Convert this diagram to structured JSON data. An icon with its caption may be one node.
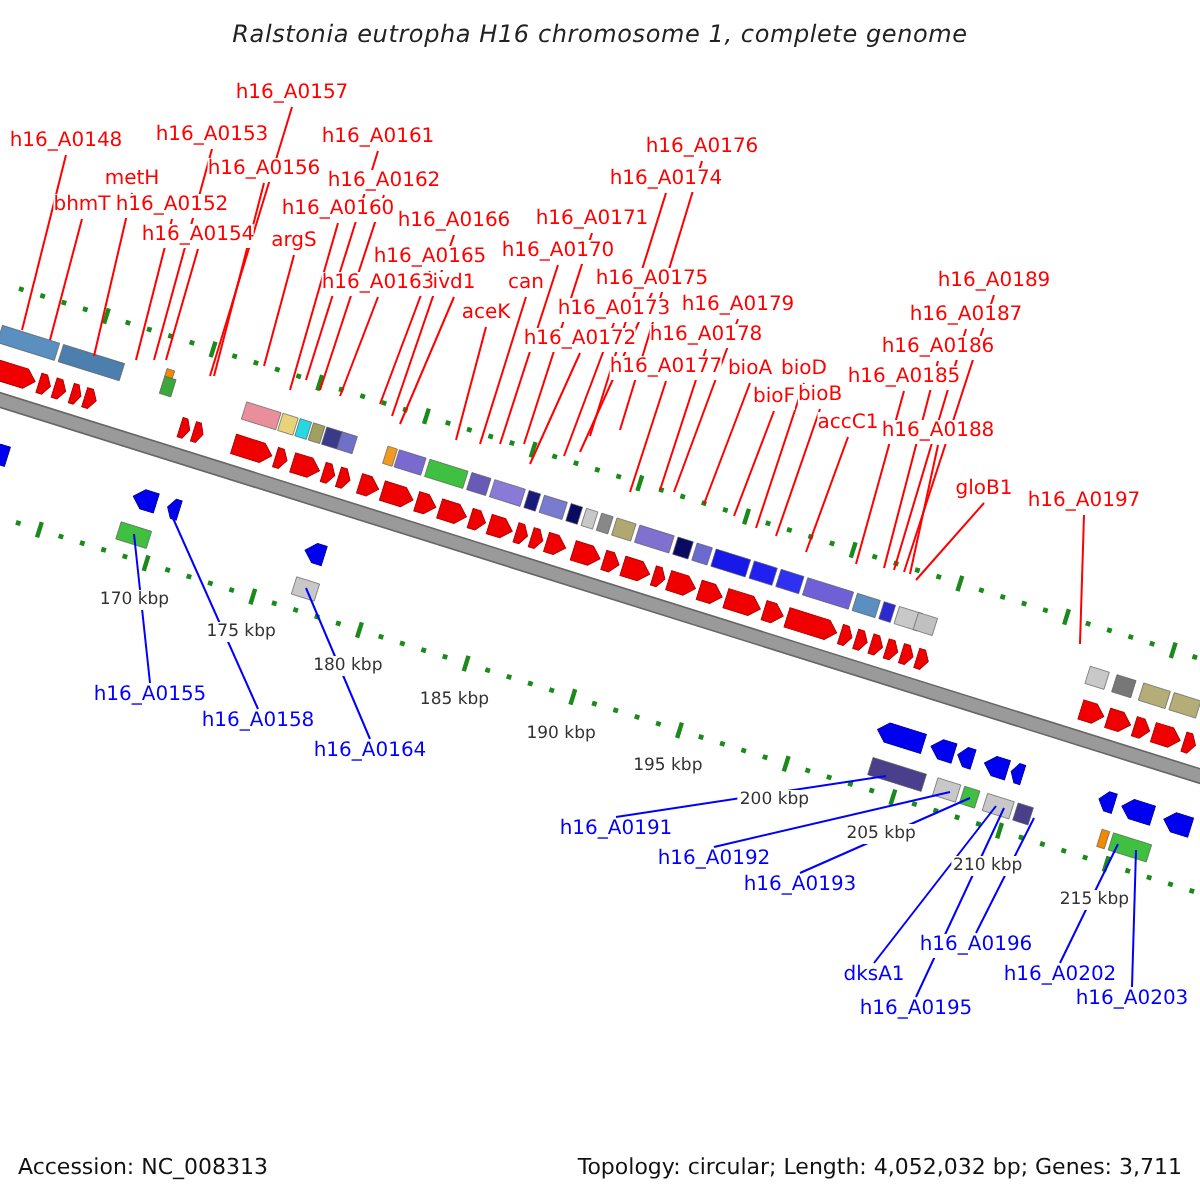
{
  "diagram": {
    "title": "Ralstonia eutropha H16 chromosome 1, complete genome",
    "nodes": [
      {
        "text": [
          "h16_A0157"
        ]
      },
      {
        "text": [
          "h16_A0148"
        ]
      },
      {
        "text": [
          "h16_A0153"
        ]
      },
      {
        "text": [
          "h16_A0161"
        ]
      },
      {
        "text": [
          "h16_A0176"
        ]
      },
      {
        "text": [
          "h16_A0156"
        ]
      },
      {
        "text": [
          "h16_A0162"
        ]
      },
      {
        "text": [
          "h16_A0174"
        ]
      },
      {
        "text": [
          "metH"
        ]
      },
      {
        "text": [
          "bhmT"
        ]
      },
      {
        "text": [
          "h16_A0152"
        ]
      },
      {
        "text": [
          "h16_A0160"
        ]
      },
      {
        "text": [
          "h16_A0166"
        ]
      },
      {
        "text": [
          "h16_A0171"
        ]
      },
      {
        "text": [
          "h16_A0154"
        ]
      },
      {
        "text": [
          "argS"
        ]
      },
      {
        "text": [
          "h16_A0165"
        ]
      },
      {
        "text": [
          "h16_A0170"
        ]
      },
      {
        "text": [
          "h16_A0175"
        ]
      },
      {
        "text": [
          "h16_A0163"
        ]
      },
      {
        "text": [
          "ivd1"
        ]
      },
      {
        "text": [
          "can"
        ]
      },
      {
        "text": [
          "h16_A0173"
        ]
      },
      {
        "text": [
          "h16_A0179"
        ]
      },
      {
        "text": [
          "aceK"
        ]
      },
      {
        "text": [
          "h16_A0172"
        ]
      },
      {
        "text": [
          "h16_A0178"
        ]
      },
      {
        "text": [
          "h16_A0189"
        ]
      },
      {
        "text": [
          "h16_A0187"
        ]
      },
      {
        "text": [
          "h16_A0186"
        ]
      },
      {
        "text": [
          "h16_A0177"
        ]
      },
      {
        "text": [
          "bioA"
        ]
      },
      {
        "text": [
          "bioD"
        ]
      },
      {
        "text": [
          "bioF"
        ]
      },
      {
        "text": [
          "bioB"
        ]
      },
      {
        "text": [
          "h16_A0185"
        ]
      },
      {
        "text": [
          "accC1"
        ]
      },
      {
        "text": [
          "h16_A0188"
        ]
      },
      {
        "text": [
          "gloB1"
        ]
      },
      {
        "text": [
          "h16_A0197"
        ]
      },
      {
        "text": [
          "h16_A0155"
        ]
      },
      {
        "text": [
          "h16_A0158"
        ]
      },
      {
        "text": [
          "h16_A0164"
        ]
      },
      {
        "text": [
          "h16_A0191"
        ]
      },
      {
        "text": [
          "h16_A0192"
        ]
      },
      {
        "text": [
          "h16_A0193"
        ]
      },
      {
        "text": [
          "dksA1"
        ]
      },
      {
        "text": [
          "h16_A0196"
        ]
      },
      {
        "text": [
          "h16_A0195"
        ]
      },
      {
        "text": [
          "h16_A0202"
        ]
      },
      {
        "text": [
          "h16_A0203"
        ]
      }
    ],
    "edges": [
      {
        "from": 0,
        "to": null,
        "arrow": "none"
      },
      {
        "from": 1,
        "to": null,
        "arrow": "none"
      },
      {
        "from": 2,
        "to": null,
        "arrow": "none"
      },
      {
        "from": 3,
        "to": null,
        "arrow": "none"
      },
      {
        "from": 4,
        "to": null,
        "arrow": "none"
      },
      {
        "from": 5,
        "to": null,
        "arrow": "none"
      },
      {
        "from": 6,
        "to": null,
        "arrow": "none"
      },
      {
        "from": 7,
        "to": null,
        "arrow": "none"
      },
      {
        "from": 8,
        "to": null,
        "arrow": "none"
      },
      {
        "from": 9,
        "to": null,
        "arrow": "none"
      },
      {
        "from": 10,
        "to": null,
        "arrow": "none"
      },
      {
        "from": 11,
        "to": null,
        "arrow": "none"
      },
      {
        "from": 12,
        "to": null,
        "arrow": "none"
      },
      {
        "from": 13,
        "to": null,
        "arrow": "none"
      },
      {
        "from": 14,
        "to": null,
        "arrow": "none"
      },
      {
        "from": 15,
        "to": null,
        "arrow": "none"
      },
      {
        "from": 16,
        "to": null,
        "arrow": "none"
      },
      {
        "from": 17,
        "to": null,
        "arrow": "none"
      },
      {
        "from": 18,
        "to": null,
        "arrow": "none"
      },
      {
        "from": 19,
        "to": null,
        "arrow": "none"
      },
      {
        "from": 20,
        "to": null,
        "arrow": "none"
      },
      {
        "from": 21,
        "to": null,
        "arrow": "none"
      },
      {
        "from": 22,
        "to": null,
        "arrow": "none"
      },
      {
        "from": 23,
        "to": null,
        "arrow": "none"
      },
      {
        "from": 24,
        "to": null,
        "arrow": "none"
      },
      {
        "from": 25,
        "to": null,
        "arrow": "none"
      },
      {
        "from": 26,
        "to": null,
        "arrow": "none"
      },
      {
        "from": 27,
        "to": null,
        "arrow": "none"
      },
      {
        "from": 28,
        "to": null,
        "arrow": "none"
      },
      {
        "from": 29,
        "to": null,
        "arrow": "none"
      },
      {
        "from": 30,
        "to": null,
        "arrow": "none"
      },
      {
        "from": 31,
        "to": null,
        "arrow": "none"
      },
      {
        "from": 32,
        "to": null,
        "arrow": "none"
      },
      {
        "from": 33,
        "to": null,
        "arrow": "none"
      },
      {
        "from": 34,
        "to": null,
        "arrow": "none"
      },
      {
        "from": 35,
        "to": null,
        "arrow": "none"
      },
      {
        "from": 36,
        "to": null,
        "arrow": "none"
      },
      {
        "from": 37,
        "to": null,
        "arrow": "none"
      },
      {
        "from": 38,
        "to": null,
        "arrow": "none"
      },
      {
        "from": 39,
        "to": null,
        "arrow": "none"
      },
      {
        "from": 40,
        "to": null,
        "arrow": "none",
        "color": "#0000ff"
      },
      {
        "from": 41,
        "to": null,
        "arrow": "none",
        "color": "#0000ff"
      },
      {
        "from": 42,
        "to": null,
        "arrow": "none",
        "color": "#0000ff"
      },
      {
        "from": 43,
        "to": null,
        "arrow": "none",
        "color": "#0000ff"
      },
      {
        "from": 44,
        "to": null,
        "arrow": "none",
        "color": "#0000ff"
      },
      {
        "from": 45,
        "to": null,
        "arrow": "none",
        "color": "#0000ff"
      },
      {
        "from": 46,
        "to": null,
        "arrow": "none",
        "color": "#0000ff"
      },
      {
        "from": 47,
        "to": null,
        "arrow": "none",
        "color": "#0000ff"
      },
      {
        "from": 48,
        "to": null,
        "arrow": "none",
        "color": "#0000ff"
      },
      {
        "from": 49,
        "to": null,
        "arrow": "none",
        "color": "#0000ff"
      },
      {
        "from": 50,
        "to": null,
        "arrow": "none",
        "color": "#0000ff"
      }
    ],
    "labels": [
      "170 kbp",
      "175 kbp",
      "180 kbp",
      "185 kbp",
      "190 kbp",
      "195 kbp",
      "200 kbp",
      "205 kbp",
      "210 kbp",
      "215 kbp",
      "Accession: NC_008313",
      "Topology: circular; Length: 4,052,032 bp; Genes: 3,711"
    ]
  }
}
